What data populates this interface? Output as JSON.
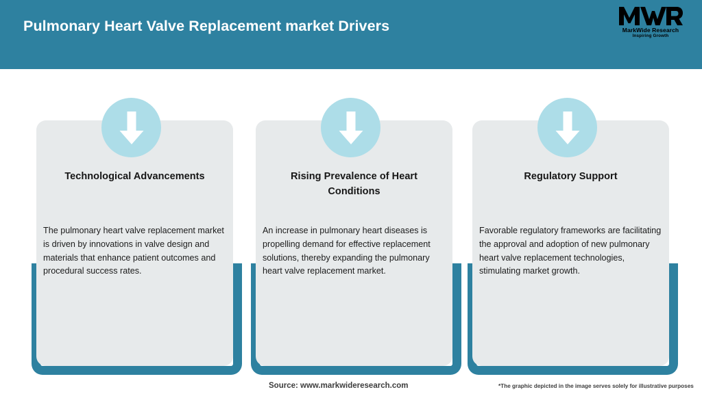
{
  "header": {
    "title": "Pulmonary Heart Valve Replacement market Drivers",
    "background_color": "#2e81a0",
    "title_color": "#ffffff"
  },
  "logo": {
    "mark": "MWR",
    "name": "MarkWide Research",
    "tagline": "Inspiring Growth"
  },
  "theme": {
    "accent_teal": "#2e81a0",
    "card_background": "#e7eaeb",
    "badge_blue": "#addde8",
    "arrow_color": "#ffffff"
  },
  "cards": [
    {
      "icon": "arrow-down-icon",
      "title": "Technological Advancements",
      "body": "The pulmonary heart valve replacement market is driven by innovations in valve design and materials that enhance patient outcomes and procedural success rates."
    },
    {
      "icon": "arrow-down-icon",
      "title": "Rising Prevalence of Heart Conditions",
      "body": "An increase in pulmonary heart diseases is propelling demand for effective replacement solutions, thereby expanding the pulmonary heart valve replacement market."
    },
    {
      "icon": "arrow-down-icon",
      "title": "Regulatory Support",
      "body": "Favorable regulatory frameworks are facilitating the approval and adoption of new pulmonary heart valve replacement technologies, stimulating market growth."
    }
  ],
  "footer": {
    "source": "Source: www.markwideresearch.com",
    "disclaimer": "*The graphic depicted in the image serves solely for illustrative purposes"
  }
}
